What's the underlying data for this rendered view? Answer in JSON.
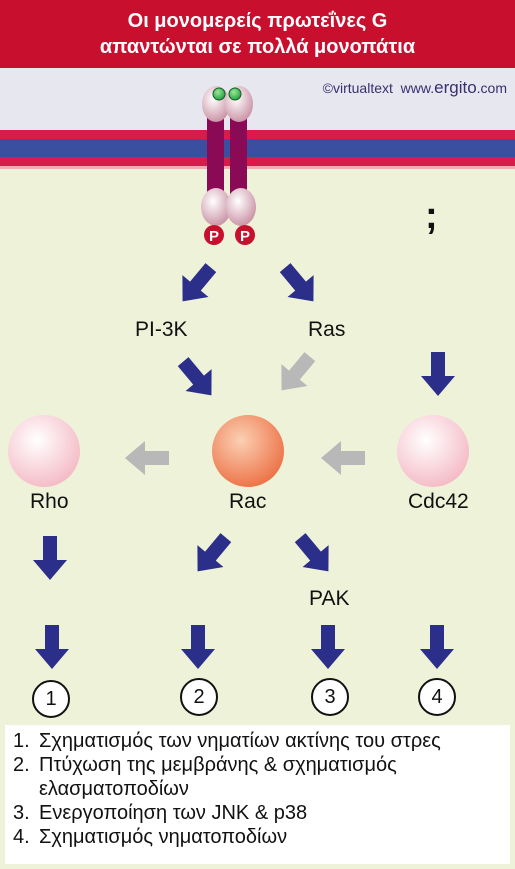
{
  "title": {
    "line1": "Οι μονομερείς πρωτεΐνες G",
    "line2": "απαντώνται σε πολλά μονοπάτια"
  },
  "credit": {
    "copyright": "©virtualtext",
    "site_prefix": "www.",
    "site_brand": "ergito",
    "site_suffix": ".com"
  },
  "receptor": {
    "phospho_label": "P"
  },
  "question_mark": ";",
  "nodes": {
    "pi3k": "PI-3K",
    "ras": "Ras",
    "rho": "Rho",
    "rac": "Rac",
    "cdc42": "Cdc42",
    "pak": "PAK"
  },
  "outcomes": [
    "1",
    "2",
    "3",
    "4"
  ],
  "legend": [
    {
      "n": "1.",
      "text": "Σχηματισμός των νηματίων ακτίνης του στρες"
    },
    {
      "n": "2.",
      "text": "Πτύχωση της μεμβράνης & σχηματισμός ελασματοποδίων"
    },
    {
      "n": "3.",
      "text": "Ενεργοποίηση των JNK & p38"
    },
    {
      "n": "4.",
      "text": "Σχηματισμός νηματοποδίων"
    }
  ],
  "colors": {
    "title_bg": "#c8102e",
    "background": "#eef2d8",
    "membrane_red": "#d81b4a",
    "membrane_blue": "#3a4fa0",
    "receptor_purple": "#8b0a55",
    "arrow_blue": "#2c2f8a",
    "arrow_gray": "#b8b8b8",
    "rac_orange": "#f08a5d",
    "pale_pink": "#f7c9d0"
  }
}
